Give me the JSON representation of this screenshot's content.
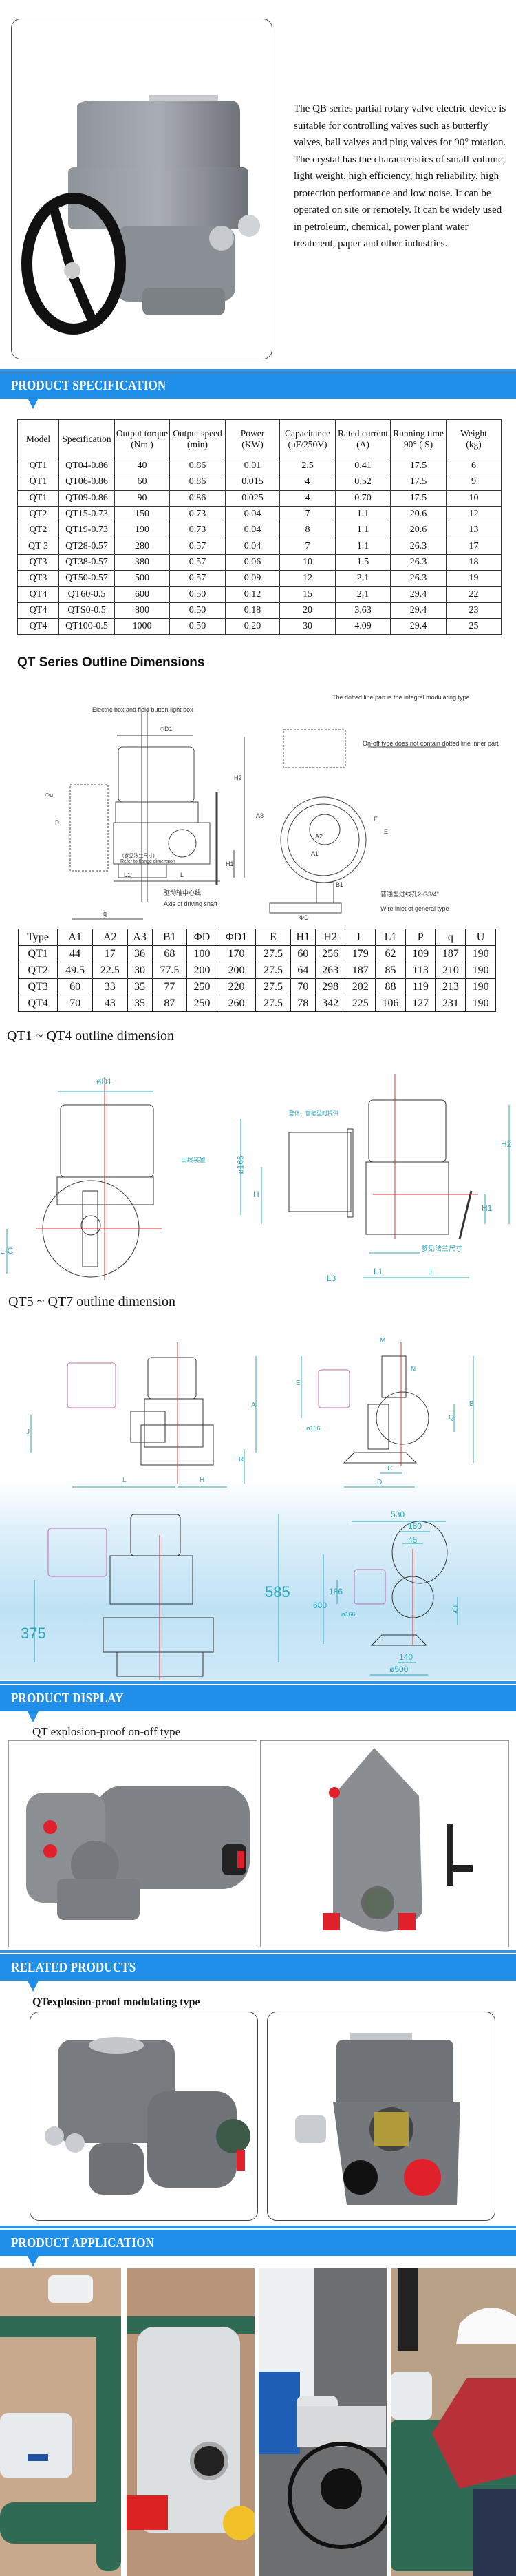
{
  "intro": {
    "description": "The QB series partial rotary valve electric device is suitable for controlling valves such as butterfly valves, ball valves and plug valves for 90° rotation. The crystal has the characteristics of small volume, light weight, high efficiency, high reliability, high protection performance and low noise. It can be operated on site or remotely. It can be widely used in petroleum, chemical, power plant water treatment, paper and other industries."
  },
  "sections": {
    "spec": "PRODUCT SPECIFICATION",
    "display": "PRODUCT DISPLAY",
    "related": "RELATED PRODUCTS",
    "application": "PRODUCT APPLICATION"
  },
  "spec_table": {
    "headers": [
      [
        "Model",
        ""
      ],
      [
        "Specification",
        ""
      ],
      [
        "Output torque",
        "(Nm )"
      ],
      [
        "Output speed",
        "(min)"
      ],
      [
        "Power",
        "(KW)"
      ],
      [
        "Capacitance",
        "(uF/250V)"
      ],
      [
        "Rated current",
        "(A)"
      ],
      [
        "Running time",
        "90° ( S)"
      ],
      [
        "Weight",
        "(kg)"
      ]
    ],
    "rows": [
      [
        "QT1",
        "QT04-0.86",
        "40",
        "0.86",
        "0.01",
        "2.5",
        "0.41",
        "17.5",
        "6"
      ],
      [
        "QT1",
        "QT06-0.86",
        "60",
        "0.86",
        "0.015",
        "4",
        "0.52",
        "17.5",
        "9"
      ],
      [
        "QT1",
        "QT09-0.86",
        "90",
        "0.86",
        "0.025",
        "4",
        "0.70",
        "17.5",
        "10"
      ],
      [
        "QT2",
        "QT15-0.73",
        "150",
        "0.73",
        "0.04",
        "7",
        "1.1",
        "20.6",
        "12"
      ],
      [
        "QT2",
        "QT19-0.73",
        "190",
        "0.73",
        "0.04",
        "8",
        "1.1",
        "20.6",
        "13"
      ],
      [
        "QT 3",
        "QT28-0.57",
        "280",
        "0.57",
        "0.04",
        "7",
        "1.1",
        "26.3",
        "17"
      ],
      [
        "QT3",
        "QT38-0.57",
        "380",
        "0.57",
        "0.06",
        "10",
        "1.5",
        "26.3",
        "18"
      ],
      [
        "QT3",
        "QT50-0.57",
        "500",
        "0.57",
        "0.09",
        "12",
        "2.1",
        "26.3",
        "19"
      ],
      [
        "QT4",
        "QT60-0.5",
        "600",
        "0.50",
        "0.12",
        "15",
        "2.1",
        "29.4",
        "22"
      ],
      [
        "QT4",
        "QTS0-0.5",
        "800",
        "0.50",
        "0.18",
        "20",
        "3.63",
        "29.4",
        "23"
      ],
      [
        "QT4",
        "QT100-0.5",
        "1000",
        "0.50",
        "0.20",
        "30",
        "4.09",
        "29.4",
        "25"
      ]
    ]
  },
  "outline_title": "QT Series Outline Dimensions",
  "diagram1": {
    "electric_box": "Electric box and field button light box",
    "dotted_line": "The dotted line part is the integral modulating type",
    "onoff_note": "On-off type does not contain dotted line inner part",
    "wire_inlet_cn": "普通型进线孔2-G3/4\"",
    "wire_inlet": "Wire inlet of general type",
    "axis_cn": "驱动轴中心线",
    "axis": "Axis of driving shaft",
    "flange_cn": "(参见法兰尺寸)",
    "flange": "Refer to flange dimension",
    "d1": "ΦD1",
    "h2": "H2",
    "h1": "H1",
    "u": "Φu",
    "p": "P",
    "l1": "L1",
    "l": "L",
    "q": "q",
    "a3": "A3",
    "a2": "A2",
    "a1": "A1",
    "b1": "B1",
    "e1": "E",
    "e2": "E",
    "d": "ΦD"
  },
  "dim_table": {
    "headers": [
      "Type",
      "A1",
      "A2",
      "A3",
      "B1",
      "ΦD",
      "ΦD1",
      "E",
      "H1",
      "H2",
      "L",
      "L1",
      "P",
      "q",
      "U"
    ],
    "rows": [
      [
        "QT1",
        "44",
        "17",
        "36",
        "68",
        "100",
        "170",
        "27.5",
        "60",
        "256",
        "179",
        "62",
        "109",
        "187",
        "190"
      ],
      [
        "QT2",
        "49.5",
        "22.5",
        "30",
        "77.5",
        "200",
        "200",
        "27.5",
        "64",
        "263",
        "187",
        "85",
        "113",
        "210",
        "190"
      ],
      [
        "QT3",
        "60",
        "33",
        "35",
        "77",
        "250",
        "220",
        "27.5",
        "70",
        "298",
        "202",
        "88",
        "119",
        "213",
        "190"
      ],
      [
        "QT4",
        "70",
        "43",
        "35",
        "87",
        "250",
        "260",
        "27.5",
        "78",
        "342",
        "225",
        "106",
        "127",
        "231",
        "190"
      ]
    ]
  },
  "qt14_title": "QT1 ~ QT4 outline dimension",
  "diagram2": {
    "d1": "øD1",
    "outlet": "出线装置",
    "provided": "整体、智能型时提供",
    "d166": "ø166",
    "h": "H",
    "h1": "H1",
    "h2": "H2",
    "lc": "L-C",
    "flange": "参见法兰尺寸",
    "l1": "L1",
    "l": "L",
    "l3": "L3"
  },
  "qt57_title": "QT5 ~ QT7 outline dimension",
  "diagram3": {
    "m": "M",
    "n": "N",
    "e": "E",
    "a": "A",
    "b": "B",
    "q": "Q",
    "j": "J",
    "r": "R",
    "l": "L",
    "h": "H",
    "c": "C",
    "d": "D",
    "d166": "ø166",
    "w530": "530",
    "w180": "180",
    "w45": "45",
    "h585": "585",
    "h375": "375",
    "h680": "680",
    "h186": "186",
    "d166b": "ø166",
    "q2": "Q",
    "w140": "140",
    "d500": "ø500"
  },
  "display_subtitle": "QT explosion-proof on-off type",
  "related_subtitle": "QTexplosion-proof modulating type",
  "colors": {
    "accent": "#1f8fea",
    "dim_line": "#2aa6b8",
    "center_line": "#e03030"
  }
}
